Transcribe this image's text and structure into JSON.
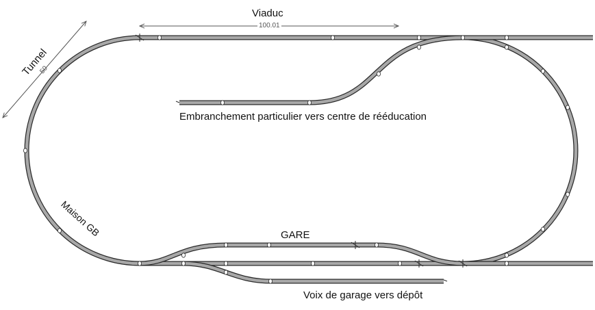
{
  "labels": {
    "viaduc": "Viaduc",
    "viaduc_length": "100.01",
    "tunnel": "Tunnel",
    "tunnel_length": "50",
    "embranchement": "Embranchement particulier vers centre de rééducation",
    "gare": "GARE",
    "maison": "Maison GB",
    "voix_garage": "Voix de garage vers dépôt"
  },
  "colors": {
    "rail_fill": "#a8a8a8",
    "rail_edge": "#2a2a2a",
    "joint": "#ffffff",
    "dimension": "#555555"
  }
}
